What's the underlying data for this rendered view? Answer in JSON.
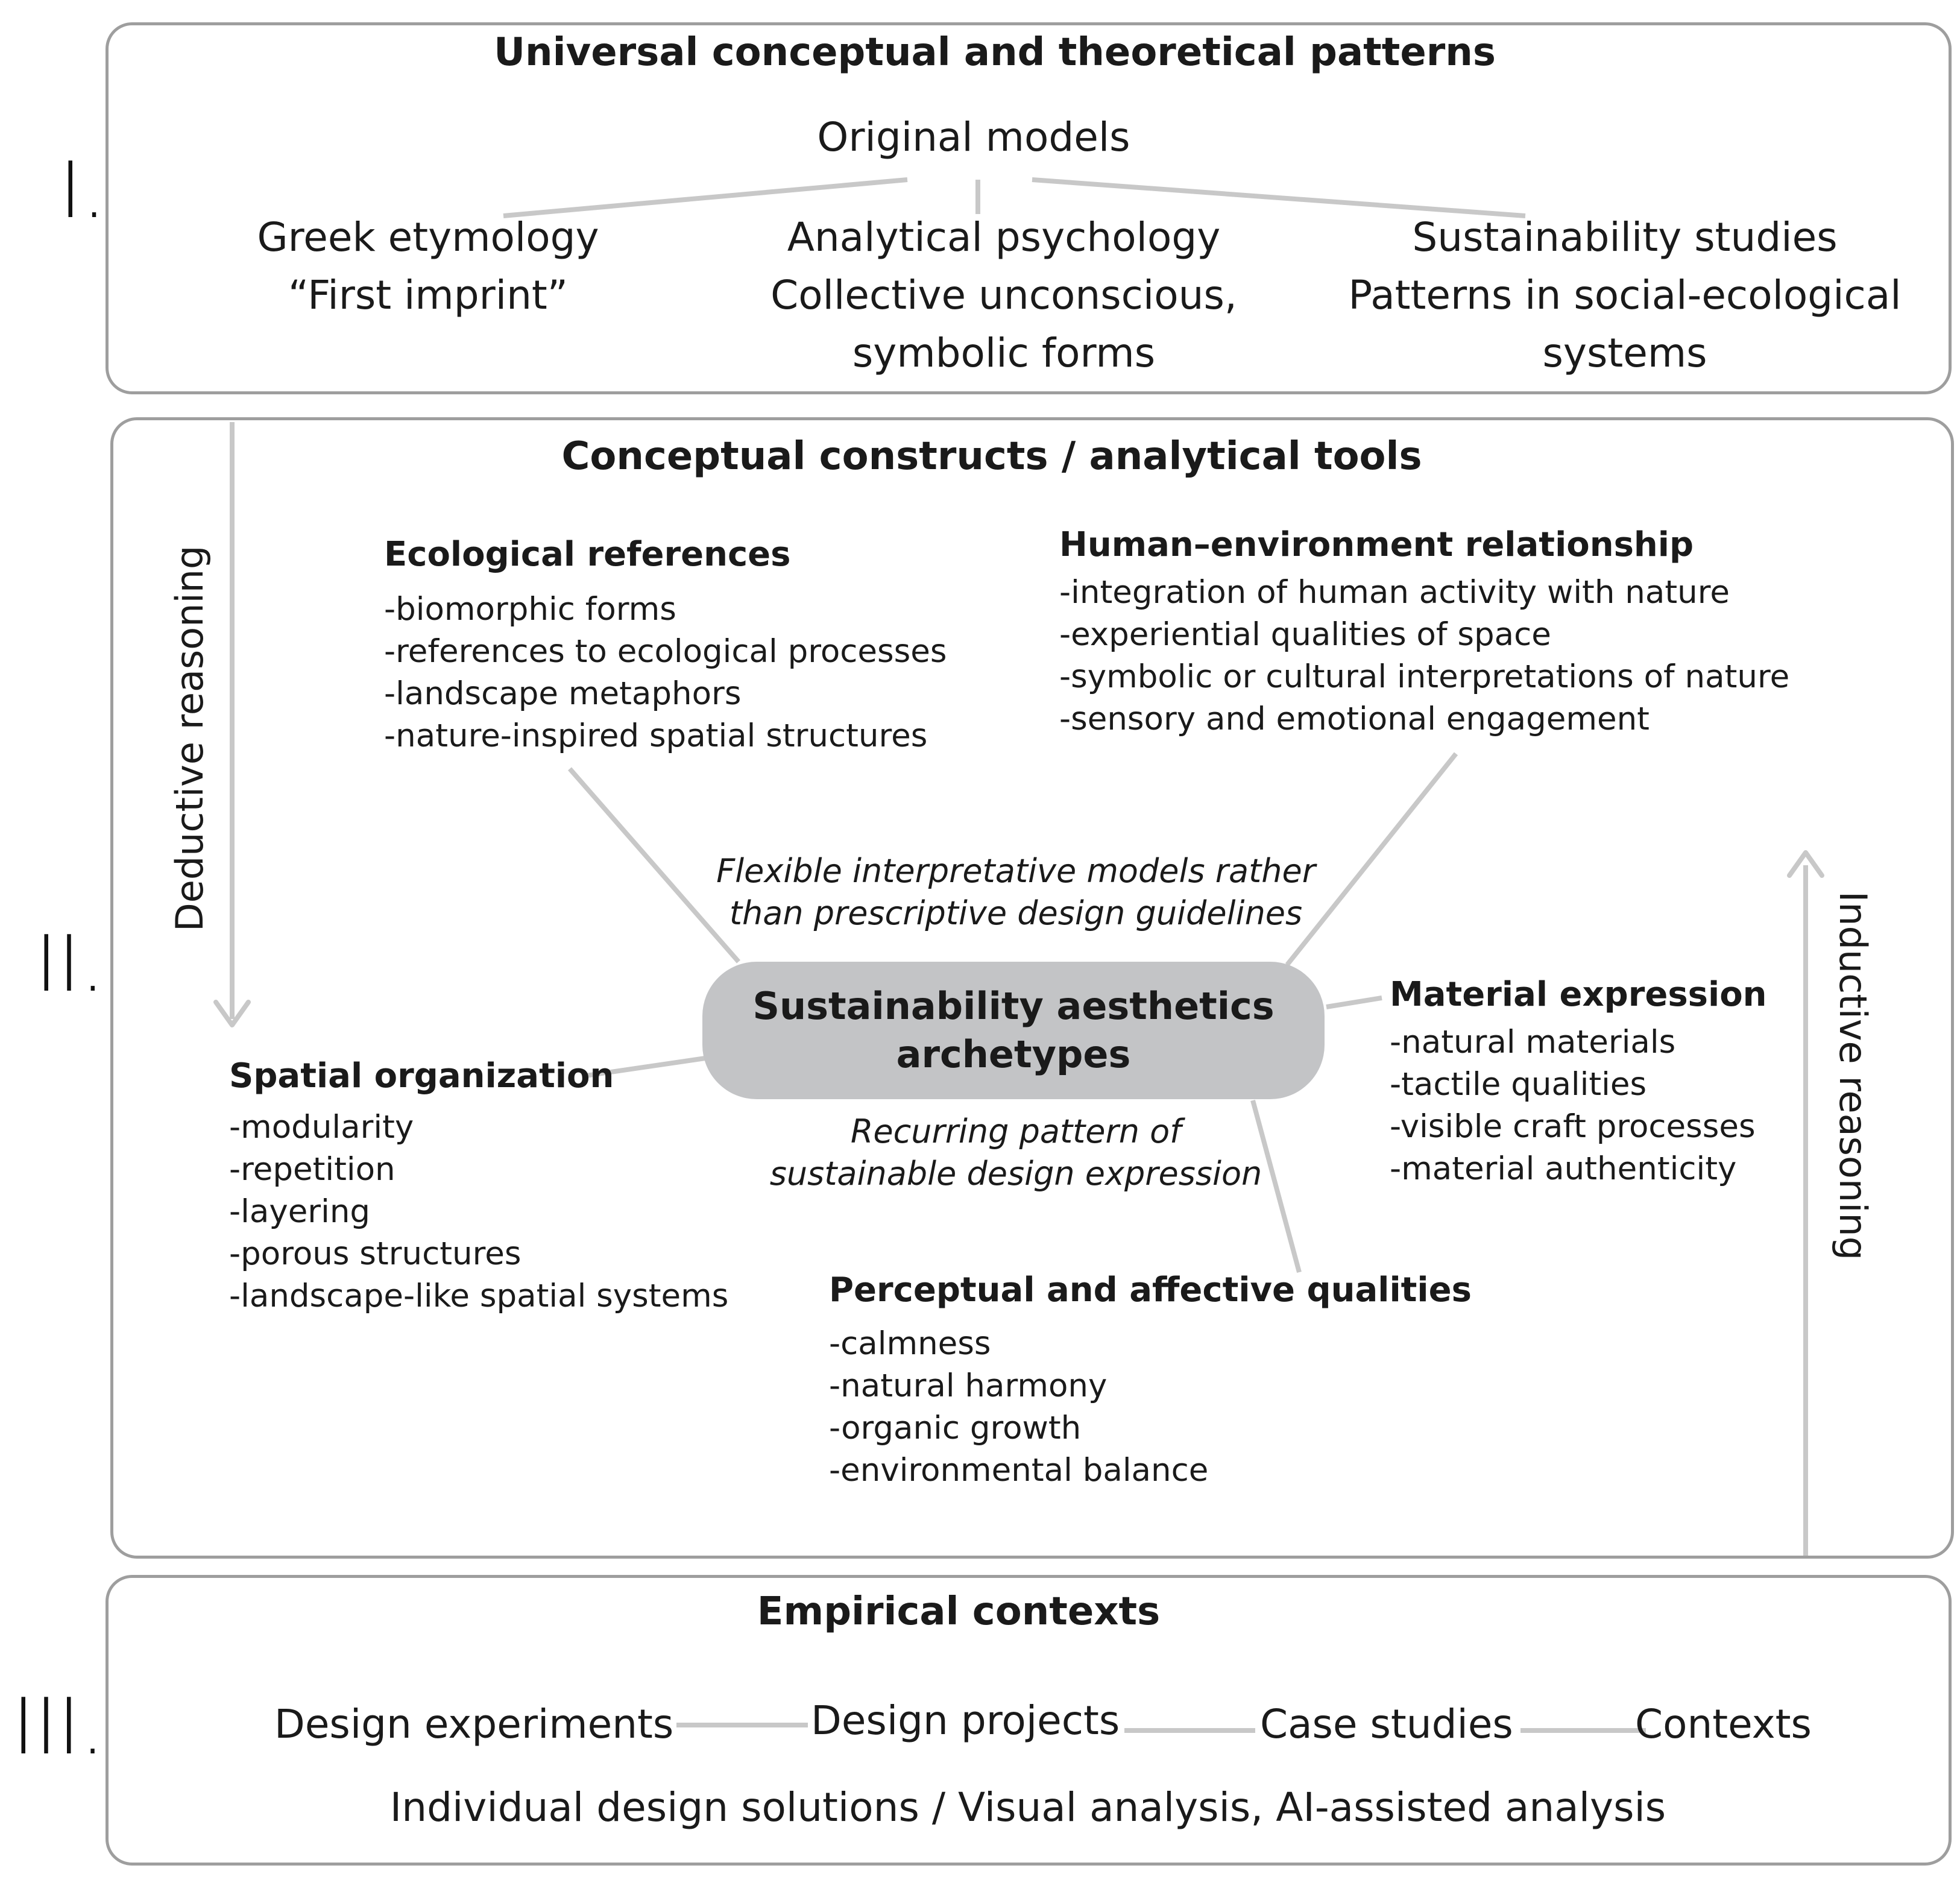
{
  "colors": {
    "line": "#c8c8c8",
    "border": "#9e9e9e",
    "pill": "#c3c4c6",
    "text": "#1a1a1a"
  },
  "level1": {
    "numeral": "I.",
    "title": "Universal conceptual and theoretical patterns",
    "root": "Original models",
    "branches": [
      {
        "line1": "Greek etymology",
        "line2": "“First imprint”",
        "line3": ""
      },
      {
        "line1": "Analytical psychology",
        "line2": "Collective unconscious,",
        "line3": "symbolic forms"
      },
      {
        "line1": "Sustainability studies",
        "line2": "Patterns in social-ecological",
        "line3": "systems"
      }
    ]
  },
  "level2": {
    "numeral": "II.",
    "title": "Conceptual constructs / analytical tools",
    "center": {
      "line1": "Sustainability aesthetics",
      "line2": "archetypes"
    },
    "note_top": {
      "line1": "Flexible interpretative models rather",
      "line2": "than prescriptive design guidelines"
    },
    "note_bottom": {
      "line1": "Recurring pattern of",
      "line2": "sustainable design expression"
    },
    "groups": {
      "ecological": {
        "title": "Ecological references",
        "items": [
          "-biomorphic forms",
          "-references to ecological processes",
          "-landscape metaphors",
          "-nature-inspired spatial structures"
        ]
      },
      "human": {
        "title": "Human–environment relationship",
        "items": [
          "-integration of human activity with nature",
          "-experiential qualities of space",
          "-symbolic or cultural interpretations of nature",
          "-sensory and emotional engagement"
        ]
      },
      "spatial": {
        "title": "Spatial organization",
        "items": [
          "-modularity",
          "-repetition",
          "-layering",
          "-porous structures",
          "-landscape-like spatial systems"
        ]
      },
      "material": {
        "title": "Material expression",
        "items": [
          "-natural materials",
          "-tactile qualities",
          "-visible craft processes",
          "-material authenticity"
        ]
      },
      "perceptual": {
        "title": "Perceptual and affective qualities",
        "items": [
          "-calmness",
          "-natural harmony",
          "-organic growth",
          "-environmental balance"
        ]
      }
    }
  },
  "level3": {
    "numeral": "III.",
    "title": "Empirical contexts",
    "chain": [
      "Design experiments",
      "Design projects",
      "Case studies",
      "Contexts"
    ],
    "footer": "Individual design solutions / Visual analysis, AI-assisted analysis"
  },
  "arrows": {
    "left": "Deductive reasoning",
    "right": "Inductive reasoning"
  }
}
